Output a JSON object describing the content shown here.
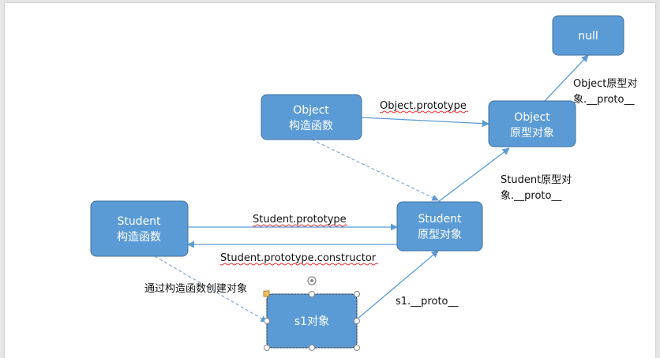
{
  "colors": {
    "node_fill": "#5b9bd5",
    "node_stroke": "#41719c",
    "arrow": "#5b9bd5",
    "dashed": "#7fa7d1",
    "label_text": "#111111",
    "spellcheck_underline": "#e03030"
  },
  "nodes": {
    "null": {
      "lines": [
        "null"
      ]
    },
    "object_constructor": {
      "lines": [
        "Object",
        "构造函数"
      ]
    },
    "object_prototype": {
      "lines": [
        "Object",
        "原型对象"
      ]
    },
    "student_constructor": {
      "lines": [
        "Student",
        "构造函数"
      ]
    },
    "student_prototype": {
      "lines": [
        "Student",
        "原型对象"
      ]
    },
    "s1_object": {
      "lines": [
        "s1对象"
      ]
    }
  },
  "edges": {
    "object_prototype_label": "Object.prototype",
    "object_proto_label": [
      "Object原型对",
      "象.__proto__"
    ],
    "student_proto_label": [
      "Student原型对",
      "象.__proto__"
    ],
    "student_prototype_label": "Student.prototype",
    "student_constructor_label": "Student.prototype.constructor",
    "create_label": "通过构造函数创建对象",
    "s1_proto_label": "s1.__proto__"
  }
}
